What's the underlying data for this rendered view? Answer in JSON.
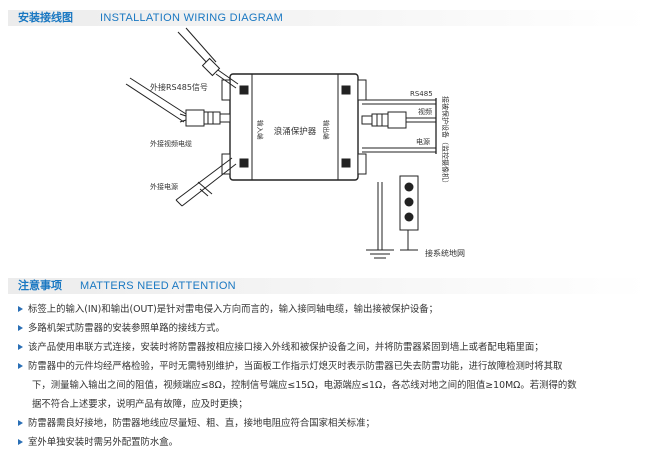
{
  "colors": {
    "accent": "#1a78c2",
    "text": "#333333",
    "bullet": "#2a6fb6"
  },
  "header_wiring": {
    "title_cn": "安装接线图",
    "title_en": "INSTALLATION WIRING DIAGRAM"
  },
  "diagram": {
    "device_label": "浪涌保护器",
    "left_labels": {
      "rs485": "外接RS485信号",
      "video": "外接视频电缆",
      "power": "外接电源"
    },
    "box_inner_left": "输入端",
    "box_inner_right": "输出端",
    "right_labels": {
      "rs485": "RS485",
      "video": "视频",
      "power": "电源"
    },
    "vertical_label": "接被保护设备（监控摄像机）",
    "ground_label": "接系统地网"
  },
  "header_notes": {
    "title_cn": "注意事项",
    "title_en": "MATTERS NEED ATTENTION"
  },
  "notes": [
    {
      "text": "标签上的输入(IN)和输出(OUT)是针对雷电侵入方向而言的，输入接同轴电缆，输出接被保护设备；"
    },
    {
      "text": "多路机架式防雷器的安装参照单路的接线方式。"
    },
    {
      "text": "该产品使用串联方式连接，安装时将防雷器按相应接口接入外线和被保护设备之间，并将防雷器紧固到墙上或者配电箱里面；"
    },
    {
      "text": "防雷器中的元件均经严格检验，平时无需特别维护，当面板工作指示灯熄灭时表示防雷器已失去防雷功能，进行故障检测时将其取",
      "cont": [
        "下，测量输入输出之间的阻值，视频端应≤8Ω，控制信号端应≤15Ω，电源端应≤1Ω，各芯线对地之间的阻值≥10MΩ。若测得的数",
        "据不符合上述要求，说明产品有故障，应及时更换；"
      ]
    },
    {
      "text": "防雷器需良好接地，防雷器地线应尽量短、粗、直，接地电阻应符合国家相关标准；"
    },
    {
      "text": "室外单独安装时需另外配置防水盒。"
    }
  ]
}
